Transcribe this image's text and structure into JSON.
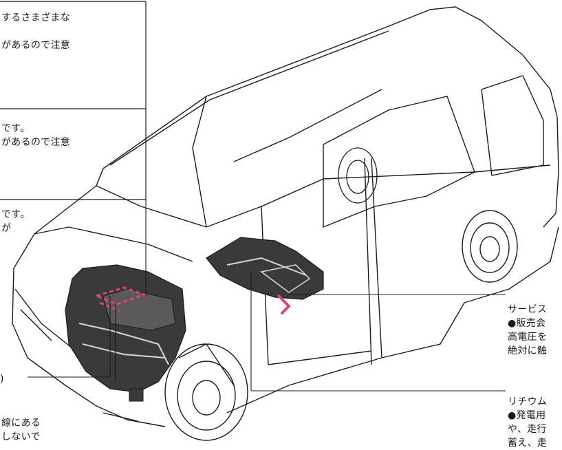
{
  "labels": {
    "box1": "するさまざまな\n\nがあるので注意",
    "box2": "です。\nがあるので注意",
    "box3": "です。\nが",
    "left_paren": ")",
    "bottom_left": "線にある\nしないで",
    "service_plug": "サービス\n●販売会\n高電圧を\n絶対に触",
    "lithium": "リチウム\n●発電用\nや、走行\n蓄え、走"
  },
  "colors": {
    "line": "#1a1a1a",
    "component_fill": "#3a3a3a",
    "highlight": "#e0417f"
  }
}
